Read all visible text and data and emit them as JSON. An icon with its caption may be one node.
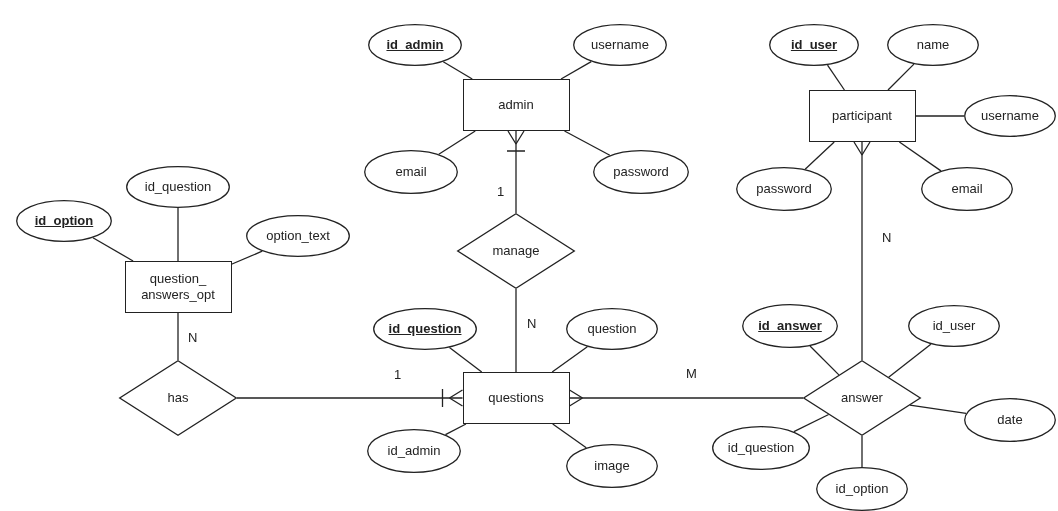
{
  "diagram": {
    "nodes": [
      {
        "text": [
          "admin"
        ]
      },
      {
        "text": [
          "id_admin"
        ]
      },
      {
        "text": [
          "username"
        ]
      },
      {
        "text": [
          "email"
        ]
      },
      {
        "text": [
          "password"
        ]
      },
      {
        "text": [
          "participant"
        ]
      },
      {
        "text": [
          "id_user"
        ]
      },
      {
        "text": [
          "name"
        ]
      },
      {
        "text": [
          "username"
        ]
      },
      {
        "text": [
          "password"
        ]
      },
      {
        "text": [
          "email"
        ]
      },
      {
        "text": [
          "question_ answers_opt"
        ]
      },
      {
        "text": [
          "id_option"
        ]
      },
      {
        "text": [
          "id_question"
        ]
      },
      {
        "text": [
          "option_text"
        ]
      },
      {
        "text": [
          "manage"
        ]
      },
      {
        "text": [
          "has"
        ]
      },
      {
        "text": [
          "questions"
        ]
      },
      {
        "text": [
          "id_question"
        ]
      },
      {
        "text": [
          "question"
        ]
      },
      {
        "text": [
          "id_admin"
        ]
      },
      {
        "text": [
          "image"
        ]
      },
      {
        "text": [
          "answer"
        ]
      },
      {
        "text": [
          "id_answer"
        ]
      },
      {
        "text": [
          "id_user"
        ]
      },
      {
        "text": [
          "date"
        ]
      },
      {
        "text": [
          "id_question"
        ]
      },
      {
        "text": [
          "id_option"
        ]
      }
    ],
    "edges": [
      {
        "from": 1,
        "to": 0,
        "arrow": "none"
      },
      {
        "from": 2,
        "to": 0,
        "arrow": "none"
      },
      {
        "from": 3,
        "to": 0,
        "arrow": "none"
      },
      {
        "from": 4,
        "to": 0,
        "arrow": "none"
      },
      {
        "from": 6,
        "to": 5,
        "arrow": "none"
      },
      {
        "from": 7,
        "to": 5,
        "arrow": "none"
      },
      {
        "from": 8,
        "to": 5,
        "arrow": "none"
      },
      {
        "from": 9,
        "to": 5,
        "arrow": "none"
      },
      {
        "from": 10,
        "to": 5,
        "arrow": "none"
      },
      {
        "from": 12,
        "to": 11,
        "arrow": "none"
      },
      {
        "from": 13,
        "to": 11,
        "arrow": "none"
      },
      {
        "from": 14,
        "to": 11,
        "arrow": "none"
      },
      {
        "from": 18,
        "to": 17,
        "arrow": "none"
      },
      {
        "from": 19,
        "to": 17,
        "arrow": "none"
      },
      {
        "from": 20,
        "to": 17,
        "arrow": "none"
      },
      {
        "from": 21,
        "to": 17,
        "arrow": "none"
      },
      {
        "from": 23,
        "to": 22,
        "arrow": "none"
      },
      {
        "from": 24,
        "to": 22,
        "arrow": "none"
      },
      {
        "from": 25,
        "to": 22,
        "arrow": "none"
      },
      {
        "from": 26,
        "to": 22,
        "arrow": "none"
      },
      {
        "from": 27,
        "to": 22,
        "arrow": "none"
      },
      {
        "from": 15,
        "to": 0,
        "arrow": "other",
        "label": "1"
      },
      {
        "from": 15,
        "to": 17,
        "arrow": "none",
        "label": "N"
      },
      {
        "from": 16,
        "to": 11,
        "arrow": "none",
        "label": "N"
      },
      {
        "from": 16,
        "to": 17,
        "arrow": "other",
        "label": "1"
      },
      {
        "from": 22,
        "to": 17,
        "arrow": "other",
        "label": "M"
      },
      {
        "from": 22,
        "to": 5,
        "arrow": "other",
        "label": "N"
      }
    ]
  }
}
